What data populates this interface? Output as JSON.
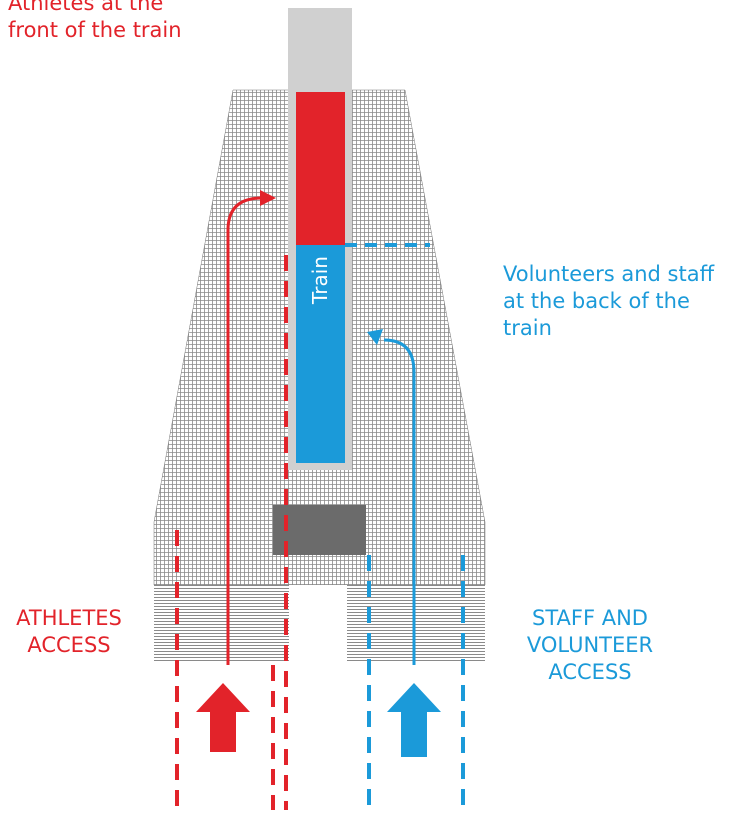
{
  "labels": {
    "front_line1": "Athletes at the",
    "front_line2": "front of the train",
    "back_line1": "Volunteers and staff",
    "back_line2": "at the back of the",
    "back_line3": "train",
    "athletes_line1": "ATHLETES",
    "athletes_line2": "ACCESS",
    "staff_line1": "STAFF AND",
    "staff_line2": "VOLUNTEER",
    "staff_line3": "ACCESS",
    "train": "Train"
  },
  "colors": {
    "athletes": "#e2232a",
    "staff": "#1b9ad9",
    "platform_mesh": "#8a8a8a",
    "track": "#d0d0d0",
    "block": "#6b6b6b"
  }
}
